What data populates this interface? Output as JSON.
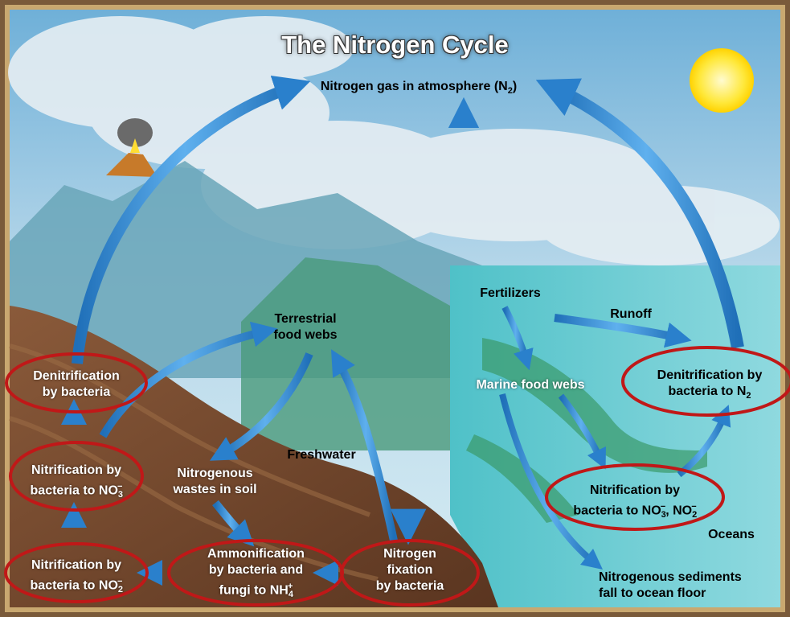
{
  "title": "The Nitrogen Cycle",
  "labels": {
    "atmosphere": {
      "text": "Nitrogen gas in atmosphere (N",
      "sub": "2",
      "tail": ")"
    },
    "terrestrial_food_webs": {
      "line1": "Terrestrial",
      "line2": "food webs"
    },
    "denitrification_bacteria": {
      "line1": "Denitrification",
      "line2": "by bacteria"
    },
    "nitrification_no3": {
      "line1": "Nitrification by",
      "line2": "bacteria to NO",
      "sub": "3",
      "sup": "−"
    },
    "nitrogenous_wastes": {
      "line1": "Nitrogenous",
      "line2": "wastes in soil"
    },
    "freshwater": "Freshwater",
    "nitrification_no2": {
      "line1": "Nitrification by",
      "line2": "bacteria to NO",
      "sub": "2",
      "sup": "−"
    },
    "ammonification": {
      "line1": "Ammonification",
      "line2": "by bacteria and",
      "line3": "fungi to NH",
      "sub": "4",
      "sup": "+"
    },
    "nitrogen_fixation": {
      "line1": "Nitrogen",
      "line2": "fixation",
      "line3": "by bacteria"
    },
    "fertilizers": "Fertilizers",
    "runoff": "Runoff",
    "marine_food_webs": "Marine food webs",
    "denitrification_n2": {
      "line1": "Denitrification by",
      "line2": "bacteria to N",
      "sub": "2"
    },
    "nitrification_marine": {
      "line1": "Nitrification by",
      "line2": "bacteria to NO",
      "sub1": "3",
      "sup1": "−",
      "mid": ", NO",
      "sub2": "2",
      "sup2": "−"
    },
    "oceans": "Oceans",
    "sediments": {
      "line1": "Nitrogenous sediments",
      "line2": "fall to ocean floor"
    }
  },
  "colors": {
    "arrow": "#3a8fd6",
    "highlight_ellipse": "#c01818",
    "frame": "#7a5a3a"
  }
}
